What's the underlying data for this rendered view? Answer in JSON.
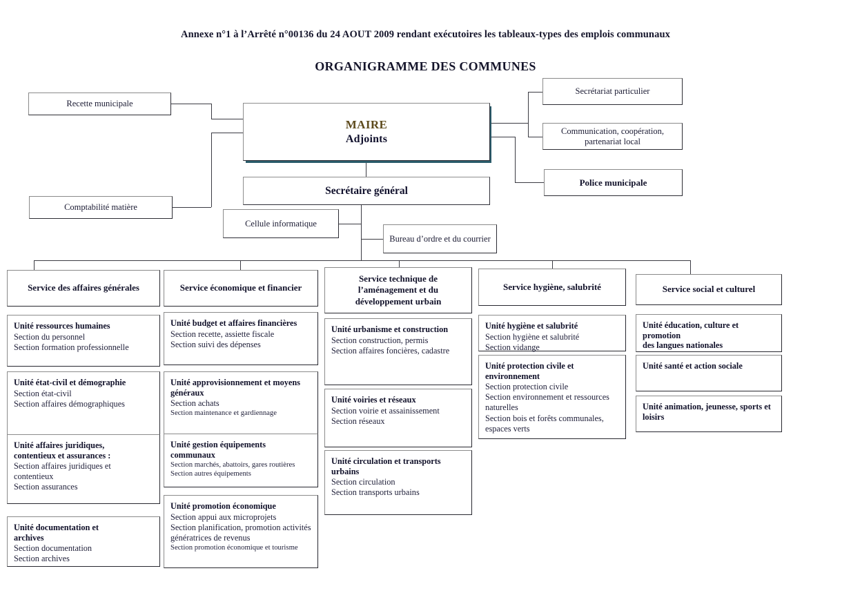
{
  "document": {
    "title": "Annexe n°1 à l’Arrêté n°00136 du 24 AOUT 2009 rendant exécutoires les tableaux-types des emplois communaux",
    "chart_title": "ORGANIGRAMME DES COMMUNES"
  },
  "colors": {
    "maire_accent": "#5d4a1c",
    "maire_shadow": "#2b5c6b",
    "text": "#11112a",
    "border": "#26262e",
    "border_light": "#8b8b8b"
  },
  "top": {
    "recette": "Recette municipale",
    "comptabilite": "Comptabilité matière",
    "maire_line1": "MAIRE",
    "maire_line2": "Adjoints",
    "secretariat_particulier": "Secrétariat particulier",
    "communication": "Communication, coopération,\npartenariat local",
    "communication_line1": "Communication, coopération,",
    "communication_line2": "partenariat local",
    "police": "Police municipale",
    "secretaire_general": "Secrétaire général",
    "cellule_informatique": "Cellule informatique",
    "bureau_ordre": "Bureau d’ordre et du courrier"
  },
  "services": [
    {
      "id": "affaires-generales",
      "header": "Service des affaires générales",
      "header_lines": [
        "Service des affaires générales"
      ],
      "units": [
        {
          "title": "Unité ressources humaines",
          "sections": [
            {
              "text": "Section du personnel",
              "small": false
            },
            {
              "text": "Section formation professionnelle",
              "small": false
            }
          ]
        },
        {
          "title": "Unité état-civil et démographie",
          "sections": [
            {
              "text": "Section état-civil",
              "small": false
            },
            {
              "text": "Section affaires démographiques",
              "small": false
            }
          ]
        },
        {
          "title": "Unité affaires juridiques,\ncontentieux et assurances :",
          "title_lines": [
            "Unité affaires juridiques,",
            "contentieux et assurances :"
          ],
          "sections": [
            {
              "text": "Section affaires juridiques et",
              "small": false
            },
            {
              "text": "contentieux",
              "small": false
            },
            {
              "text": "Section assurances",
              "small": false
            }
          ]
        },
        {
          "title": "Unité documentation et\narchives",
          "title_lines": [
            "Unité documentation et",
            "archives"
          ],
          "sections": [
            {
              "text": "Section documentation",
              "small": false
            },
            {
              "text": "Section archives",
              "small": false
            }
          ]
        }
      ]
    },
    {
      "id": "economique-financier",
      "header": "Service économique et financier",
      "header_lines": [
        "Service économique et financier"
      ],
      "units": [
        {
          "title": "Unité budget et affaires financières",
          "sections": [
            {
              "text": "Section recette, assiette fiscale",
              "small": false
            },
            {
              "text": "Section suivi des dépenses",
              "small": false
            }
          ]
        },
        {
          "title": "Unité approvisionnement et moyens\ngénéraux",
          "title_lines": [
            "Unité approvisionnement et moyens",
            "généraux"
          ],
          "sections": [
            {
              "text": "Section achats",
              "small": false
            },
            {
              "text": "Section maintenance et gardiennage",
              "small": true
            }
          ]
        },
        {
          "title": "Unité gestion équipements communaux",
          "sections": [
            {
              "text": "Section marchés, abattoirs, gares routières",
              "small": true
            },
            {
              "text": "Section autres équipements",
              "small": true
            }
          ]
        },
        {
          "title": "Unité promotion économique",
          "sections": [
            {
              "text": "Section appui aux microprojets",
              "small": false
            },
            {
              "text": "Section planification, promotion activités",
              "small": false
            },
            {
              "text": "génératrices de revenus",
              "small": false
            },
            {
              "text": "Section promotion économique et tourisme",
              "small": true
            }
          ]
        }
      ]
    },
    {
      "id": "technique-amenagement",
      "header": "Service technique de l’aménagement et du développement urbain",
      "header_lines": [
        "Service technique de",
        "l’aménagement et du",
        "développement urbain"
      ],
      "units": [
        {
          "title": "Unité urbanisme et construction",
          "sections": [
            {
              "text": "Section construction, permis",
              "small": false
            },
            {
              "text": "Section affaires foncières, cadastre",
              "small": false
            }
          ]
        },
        {
          "title": "Unité voiries et réseaux",
          "sections": [
            {
              "text": "Section voirie et assainissement",
              "small": false
            },
            {
              "text": "Section réseaux",
              "small": false
            }
          ]
        },
        {
          "title": "Unité circulation et transports\nurbains",
          "title_lines": [
            "Unité circulation et transports",
            "urbains"
          ],
          "sections": [
            {
              "text": "Section circulation",
              "small": false
            },
            {
              "text": "Section transports urbains",
              "small": false
            }
          ]
        }
      ]
    },
    {
      "id": "hygiene-salubrite",
      "header": "Service hygiène, salubrité",
      "header_lines": [
        "Service hygiène, salubrité"
      ],
      "units": [
        {
          "title": "Unité hygiène et salubrité",
          "sections": [
            {
              "text": "Section hygiène et salubrité",
              "small": false
            },
            {
              "text": "Section vidange",
              "small": false
            }
          ]
        },
        {
          "title": "Unité protection civile et\nenvironnement",
          "title_lines": [
            "Unité protection civile et",
            "environnement"
          ],
          "sections": [
            {
              "text": "Section protection civile",
              "small": false
            },
            {
              "text": "Section environnement et ressources",
              "small": false
            },
            {
              "text": "naturelles",
              "small": false
            },
            {
              "text": "Section bois et forêts communales,",
              "small": false
            },
            {
              "text": "espaces verts",
              "small": false
            }
          ]
        }
      ]
    },
    {
      "id": "social-culturel",
      "header": "Service social et culturel",
      "header_lines": [
        "Service social et culturel"
      ],
      "units": [
        {
          "title": "Unité éducation, culture et promotion\ndes langues nationales",
          "title_lines": [
            "Unité éducation, culture et promotion",
            "des langues nationales"
          ],
          "sections": []
        },
        {
          "title": "Unité santé et action sociale",
          "sections": []
        },
        {
          "title": "Unité animation, jeunesse, sports et\nloisirs",
          "title_lines": [
            "Unité animation, jeunesse, sports et",
            "loisirs"
          ],
          "sections": []
        }
      ]
    }
  ]
}
